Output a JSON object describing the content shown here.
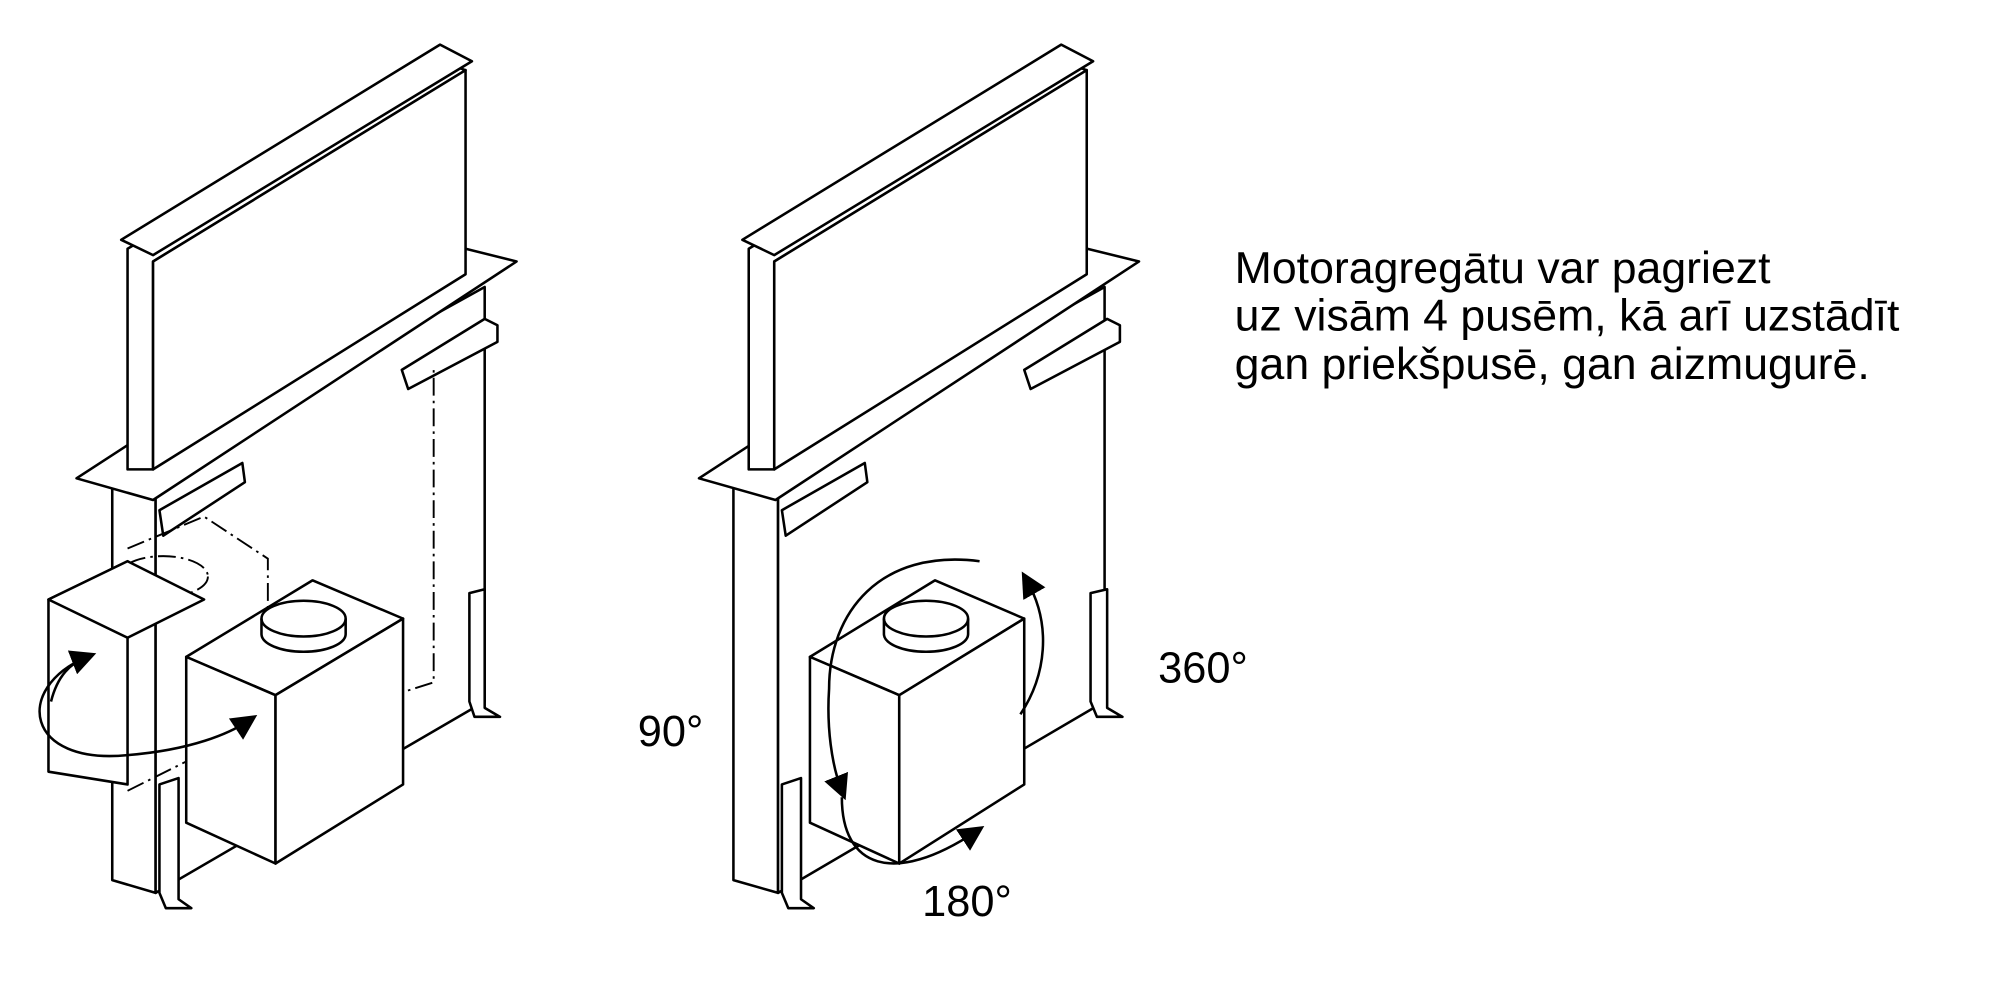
{
  "description": {
    "lines": [
      "Motoragregātu var pagriezt",
      "uz visām 4 pusēm, kā arī uzstādīt",
      "gan priekšpusē, gan aizmugurē."
    ]
  },
  "angle_labels": {
    "a90": "90°",
    "a360": "360°",
    "a180": "180°"
  }
}
